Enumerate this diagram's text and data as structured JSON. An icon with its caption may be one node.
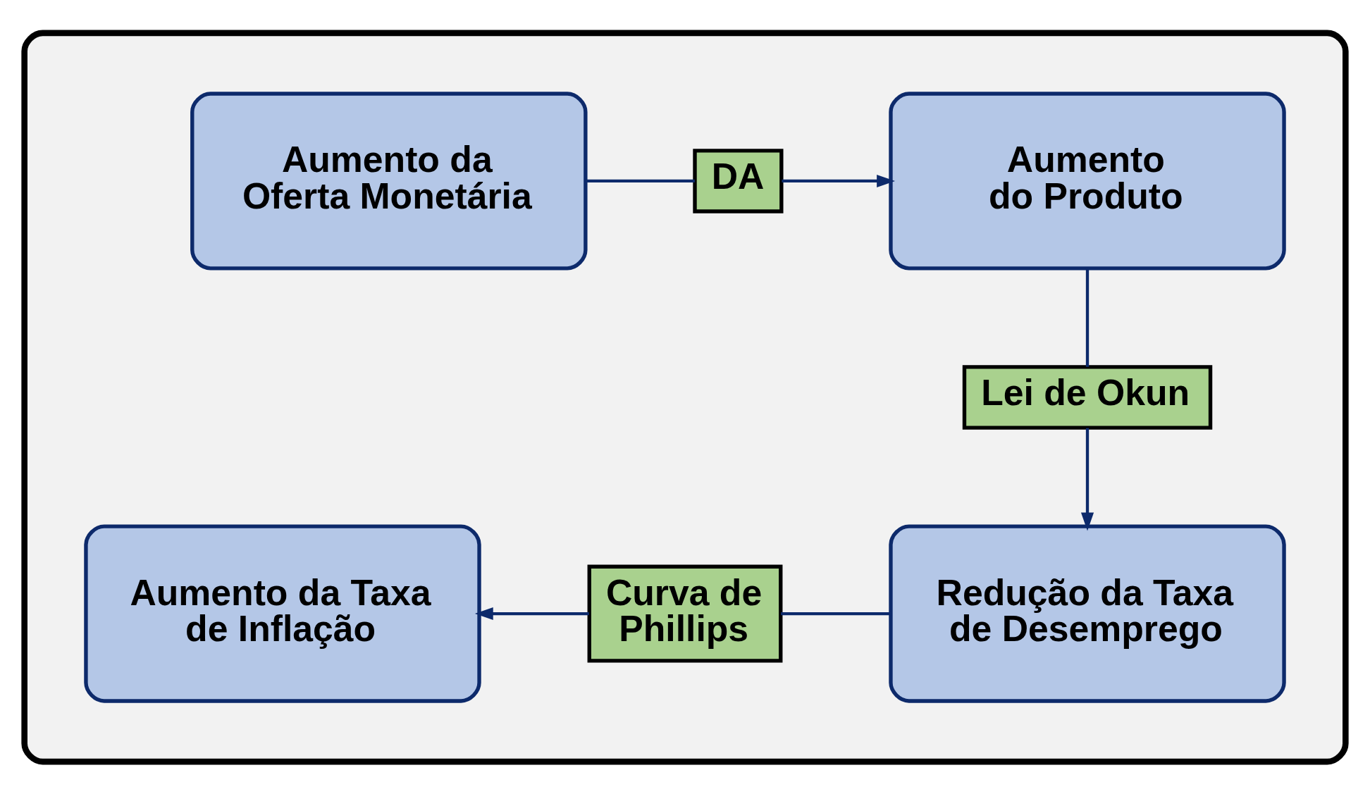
{
  "diagram": {
    "nodes": [
      {
        "text": [],
        "shape": "box"
      },
      {
        "text": [
          "Aumento da Oferta Monetária"
        ],
        "in": 0
      },
      {
        "text": [
          "DA"
        ],
        "in": 0
      },
      {
        "text": [
          "Aumento do Produto"
        ],
        "in": 0
      },
      {
        "text": [
          "Lei de Okun"
        ],
        "in": 0
      },
      {
        "text": [
          "Aumento da Taxa de Inflação"
        ],
        "in": 0
      },
      {
        "text": [
          "Curva de Phillips"
        ],
        "in": 0
      },
      {
        "text": [
          "Redução da Taxa de Desemprego"
        ],
        "in": 0
      }
    ],
    "edges": [
      {
        "from": 1,
        "to": 2,
        "arrow": "none"
      },
      {
        "from": 2,
        "to": 3,
        "arrow": "to"
      },
      {
        "from": 3,
        "to": 4,
        "arrow": "none"
      },
      {
        "from": 4,
        "to": 7,
        "arrow": "to"
      },
      {
        "from": 7,
        "to": 6,
        "arrow": "none"
      },
      {
        "from": 6,
        "to": 5,
        "arrow": "to"
      }
    ]
  }
}
